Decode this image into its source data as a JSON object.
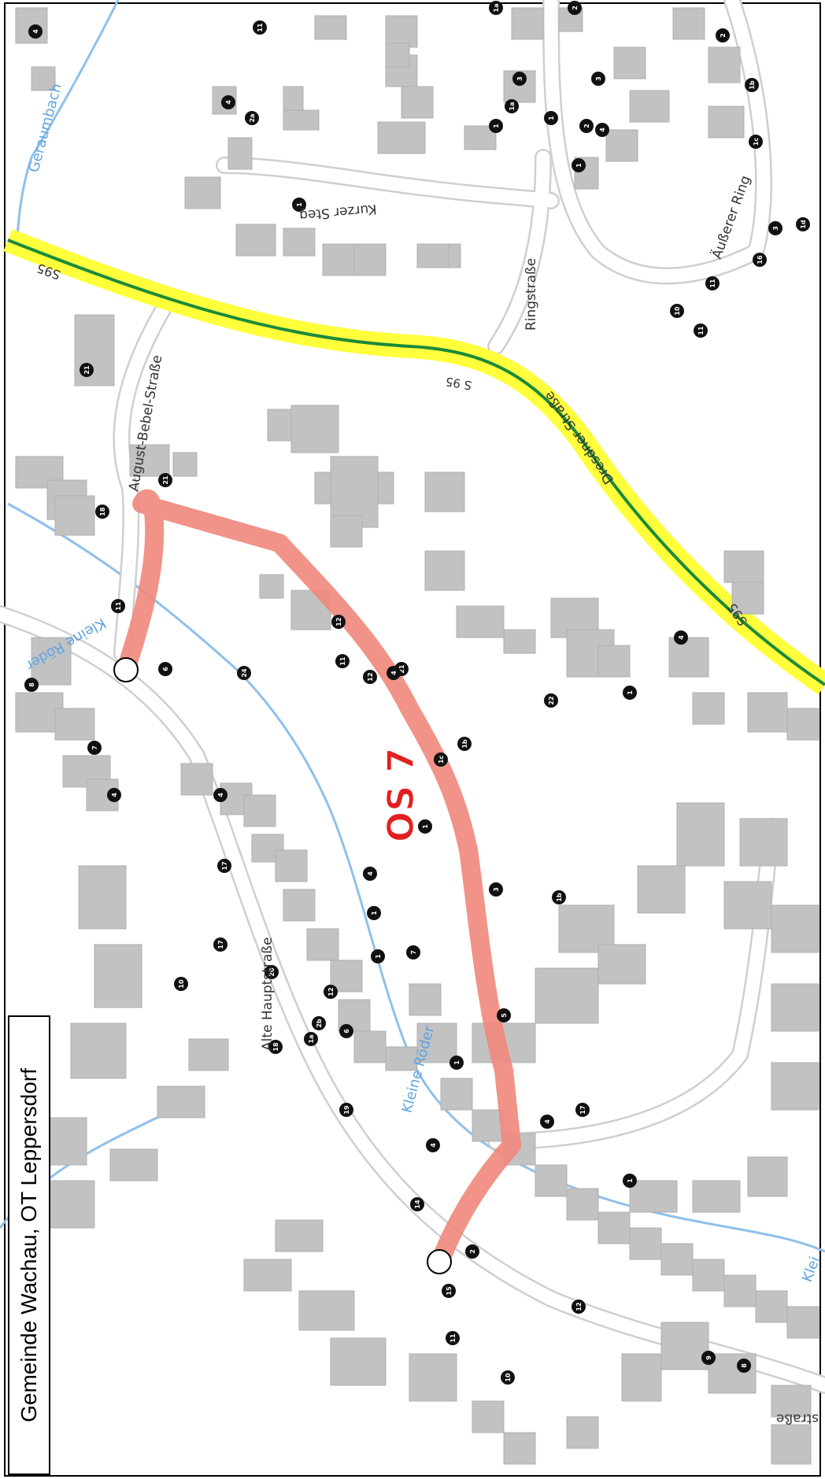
{
  "title": "Gemeinde Wachau, OT Leppersdorf",
  "route_label": "OS 7",
  "streets": {
    "s95_a": "S95",
    "s95_b": "S 95",
    "s95_c": "S95",
    "dresdner": "Dresdner Straße",
    "ringstrasse": "Ringstraße",
    "kurzer_steg": "Kurzer Steg",
    "ausserer_ring": "Äußerer Ring",
    "bebel": "August-Bebel-Straße",
    "alte_haupt": "Alte Hauptstraße",
    "bottom_strasse": "straße"
  },
  "waters": {
    "geraumbach": "Geraumbach",
    "kleine_roder_left": "Kleine Röder",
    "kleine_roder_mid": "Kleine Röder",
    "kleine_roder_bottom": "Klei"
  },
  "house_numbers": [
    "4",
    "11",
    "4",
    "2a",
    "1",
    "1",
    "3",
    "2",
    "1",
    "1a",
    "3",
    "4",
    "1a",
    "2",
    "1",
    "2",
    "1b",
    "1c",
    "1d",
    "3",
    "16",
    "11",
    "11",
    "10",
    "21",
    "21",
    "18",
    "11",
    "8",
    "7",
    "4",
    "6",
    "12",
    "12",
    "21",
    "22",
    "24",
    "4",
    "17",
    "17",
    "10",
    "20",
    "18",
    "19",
    "14",
    "2",
    "15",
    "12",
    "11",
    "10",
    "9",
    "8",
    "6",
    "7",
    "1",
    "4",
    "1",
    "5",
    "3",
    "1",
    "4",
    "1",
    "12",
    "2b",
    "1a",
    "1b",
    "1c",
    "11",
    "4",
    "4",
    "1",
    "17",
    "1b",
    "1",
    "4"
  ],
  "colors": {
    "route": "#f08a7e",
    "highway_fill": "#ffff3c",
    "highway_line": "#1b8a3a",
    "building": "#c0c0c0",
    "water": "#7fb6e6",
    "road_edge": "#c9c9c9"
  }
}
